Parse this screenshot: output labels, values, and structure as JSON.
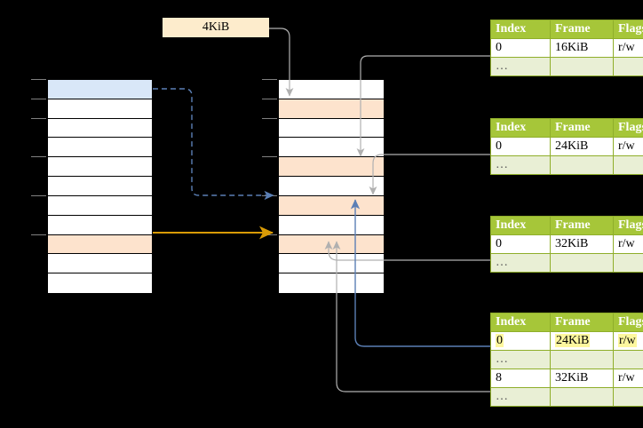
{
  "diagram": {
    "title_label": "4KiB",
    "left_column": {
      "name": "virtual-address-space",
      "rows": 11,
      "highlight_blue_rows": [
        1
      ],
      "highlight_orange_rows": [
        9
      ],
      "tick_rows": [
        1,
        2,
        3,
        5,
        7,
        9
      ]
    },
    "middle_column": {
      "name": "physical-memory",
      "rows": 11,
      "highlight_orange_rows": [
        2,
        5,
        7,
        9
      ],
      "tick_rows": [
        1,
        2,
        3,
        5,
        7,
        9
      ]
    }
  },
  "tables": [
    {
      "name": "page-table-level-1",
      "headers": [
        "Index",
        "Frame",
        "Flags"
      ],
      "rows": [
        {
          "cells": [
            "0",
            "16KiB",
            "r/w"
          ],
          "style": "normal"
        },
        {
          "cells": [
            "…",
            "",
            ""
          ],
          "style": "ellipsis"
        }
      ]
    },
    {
      "name": "page-table-level-2",
      "headers": [
        "Index",
        "Frame",
        "Flags"
      ],
      "rows": [
        {
          "cells": [
            "0",
            "24KiB",
            "r/w"
          ],
          "style": "normal"
        },
        {
          "cells": [
            "…",
            "",
            ""
          ],
          "style": "ellipsis"
        }
      ]
    },
    {
      "name": "page-table-level-3",
      "headers": [
        "Index",
        "Frame",
        "Flags"
      ],
      "rows": [
        {
          "cells": [
            "0",
            "32KiB",
            "r/w"
          ],
          "style": "normal"
        },
        {
          "cells": [
            "…",
            "",
            ""
          ],
          "style": "ellipsis"
        }
      ]
    },
    {
      "name": "page-table-level-4",
      "headers": [
        "Index",
        "Frame",
        "Flags"
      ],
      "rows": [
        {
          "cells": [
            "0",
            "24KiB",
            "r/w"
          ],
          "style": "normal",
          "highlight": [
            0,
            1,
            2
          ]
        },
        {
          "cells": [
            "…",
            "",
            ""
          ],
          "style": "ellipsis"
        },
        {
          "cells": [
            "8",
            "32KiB",
            "r/w"
          ],
          "style": "normal"
        },
        {
          "cells": [
            "…",
            "",
            ""
          ],
          "style": "ellipsis"
        }
      ]
    }
  ],
  "colors": {
    "background": "#000000",
    "header_green": "#a6c639",
    "ellipsis_green": "#e9efd5",
    "blue_row": "#d9e7f8",
    "orange_row": "#fde3cd",
    "label_bg": "#fdeccc",
    "arrow_gray": "#b0b0b0",
    "arrow_blue": "#5b7fb5",
    "arrow_orange": "#d99b06",
    "highlight_yellow": "#fdf79e"
  }
}
